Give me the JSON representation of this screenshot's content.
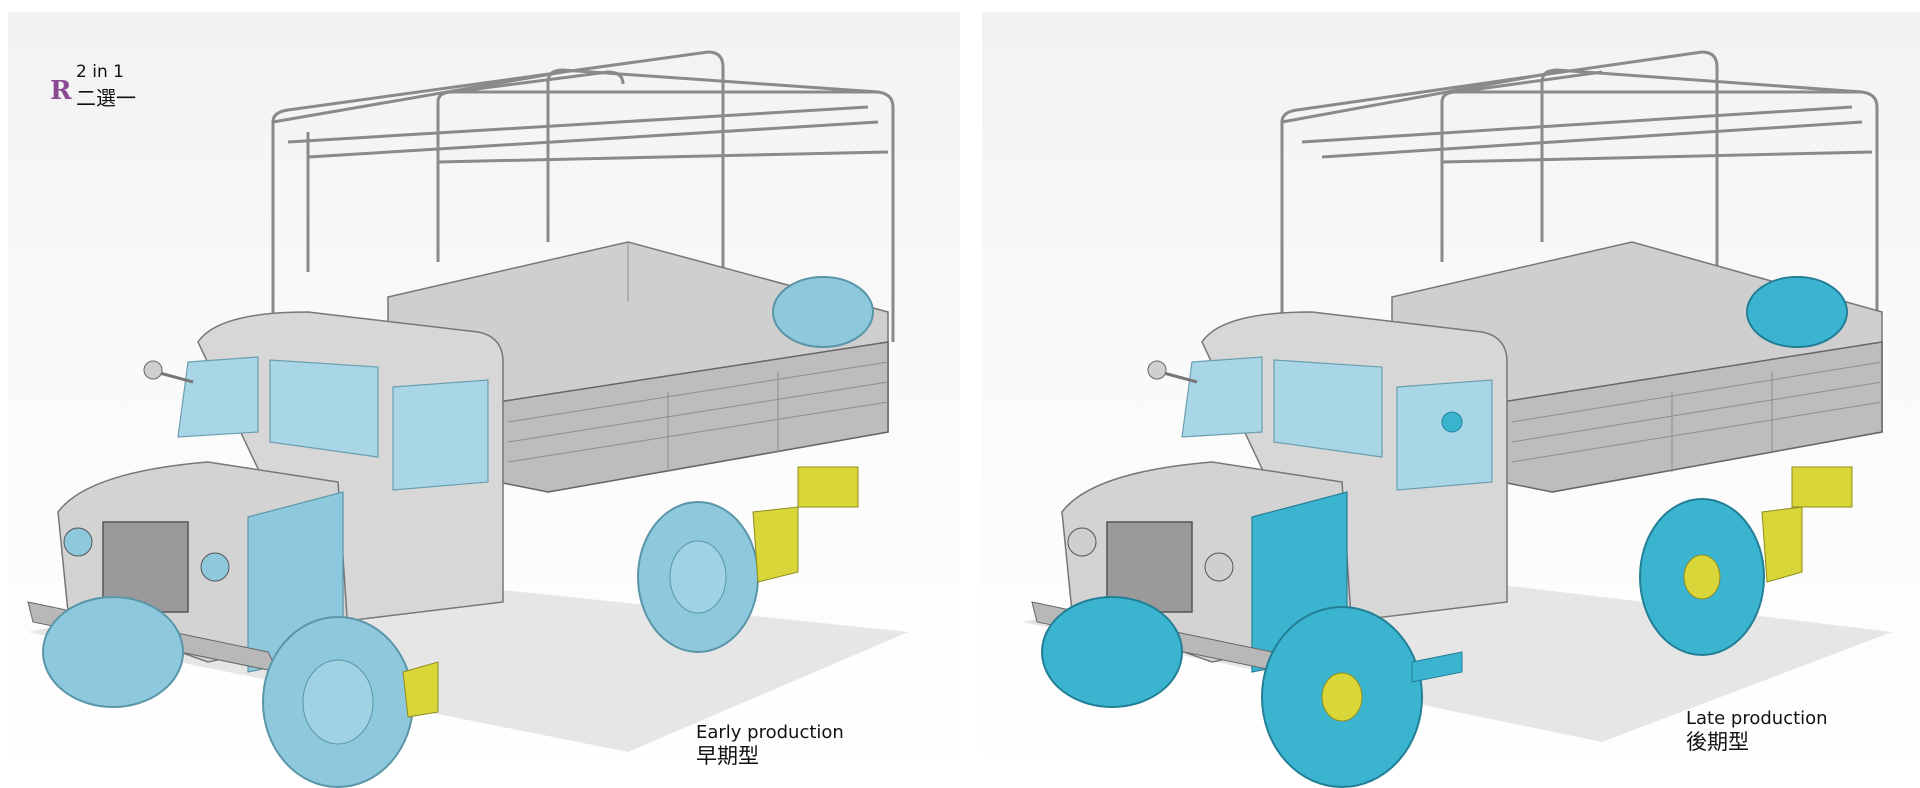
{
  "badge": {
    "mark": "R",
    "line1": "2 in 1",
    "line2": "二選一",
    "mark_color": "#8a4b93"
  },
  "variants": [
    {
      "label_en": "Early production",
      "label_zh": "早期型"
    },
    {
      "label_en": "Late production",
      "label_zh": "後期型"
    }
  ],
  "colors": {
    "body": "#cfcfcf",
    "tire_early": "#8ec8dc",
    "tire_late": "#3bb4d0",
    "accent": "#d9d63a",
    "frame": "#8a8a8a"
  }
}
